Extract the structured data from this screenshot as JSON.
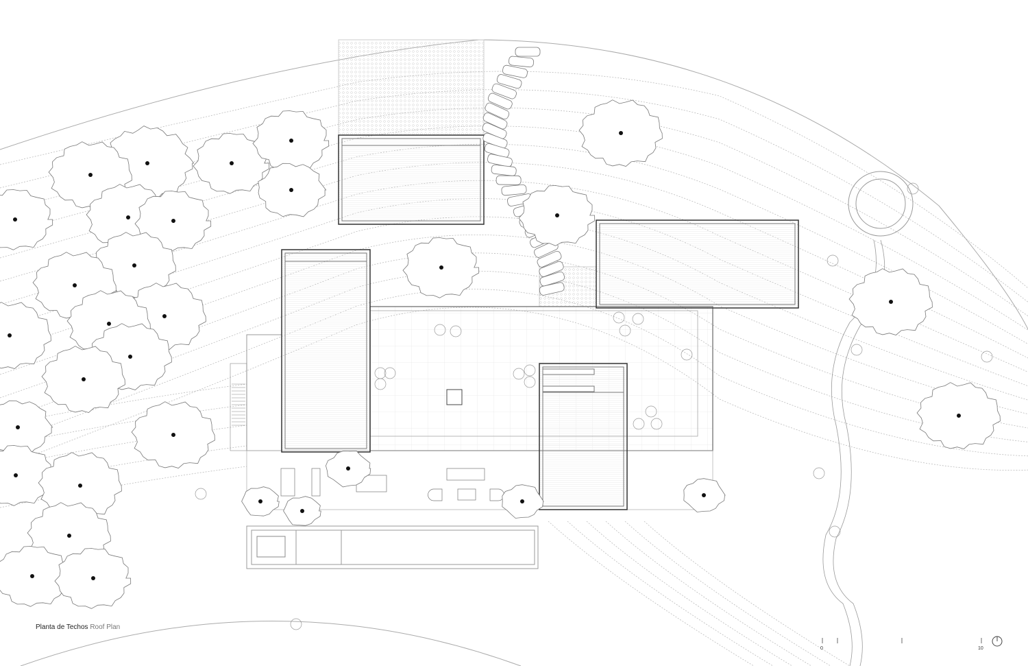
{
  "drawing": {
    "title_es": "Planta de Techos",
    "title_en": "Roof Plan"
  },
  "scale_bar": {
    "start_label": "0",
    "end_label": "10"
  },
  "north_arrow": "north-arrow-icon"
}
